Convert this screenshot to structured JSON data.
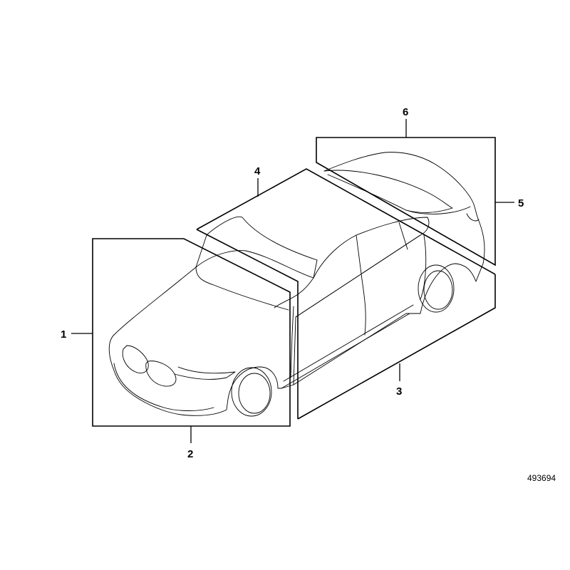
{
  "diagram": {
    "callouts": [
      "1",
      "2",
      "3",
      "4",
      "5",
      "6"
    ],
    "reference_number": "493694",
    "line_color": "#000000",
    "background": "#ffffff"
  }
}
